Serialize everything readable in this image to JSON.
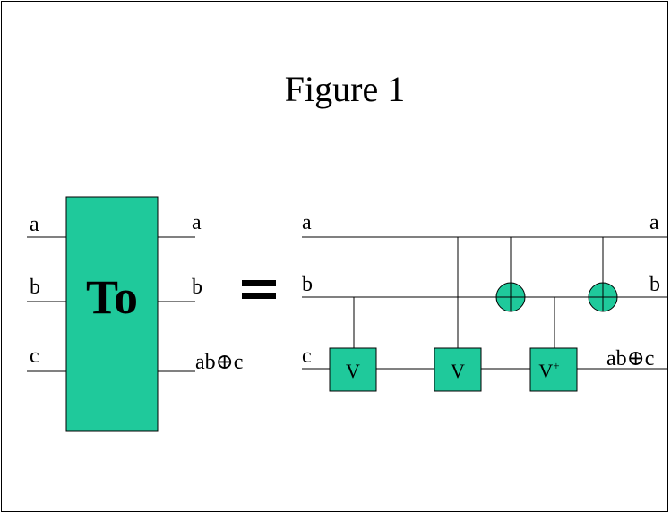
{
  "title": "Figure 1",
  "colors": {
    "gate_fill": "#1fc99b",
    "line": "#000000"
  },
  "left_block": {
    "label": "To",
    "inputs": [
      "a",
      "b",
      "c"
    ],
    "outputs": [
      "a",
      "b",
      "ab⊕c"
    ]
  },
  "equals": "=",
  "right_circuit": {
    "inputs": [
      "a",
      "b",
      "c"
    ],
    "outputs": [
      "a",
      "b",
      "ab⊕c"
    ],
    "gates": [
      {
        "type": "controlled",
        "label": "V",
        "control": "b",
        "target": "c"
      },
      {
        "type": "controlled",
        "label": "V",
        "control": "a",
        "target": "c"
      },
      {
        "type": "cnot",
        "control": "a",
        "target": "b"
      },
      {
        "type": "controlled",
        "label": "V",
        "sup": "+",
        "control": "b",
        "target": "c"
      },
      {
        "type": "cnot",
        "control": "a",
        "target": "b"
      }
    ]
  }
}
